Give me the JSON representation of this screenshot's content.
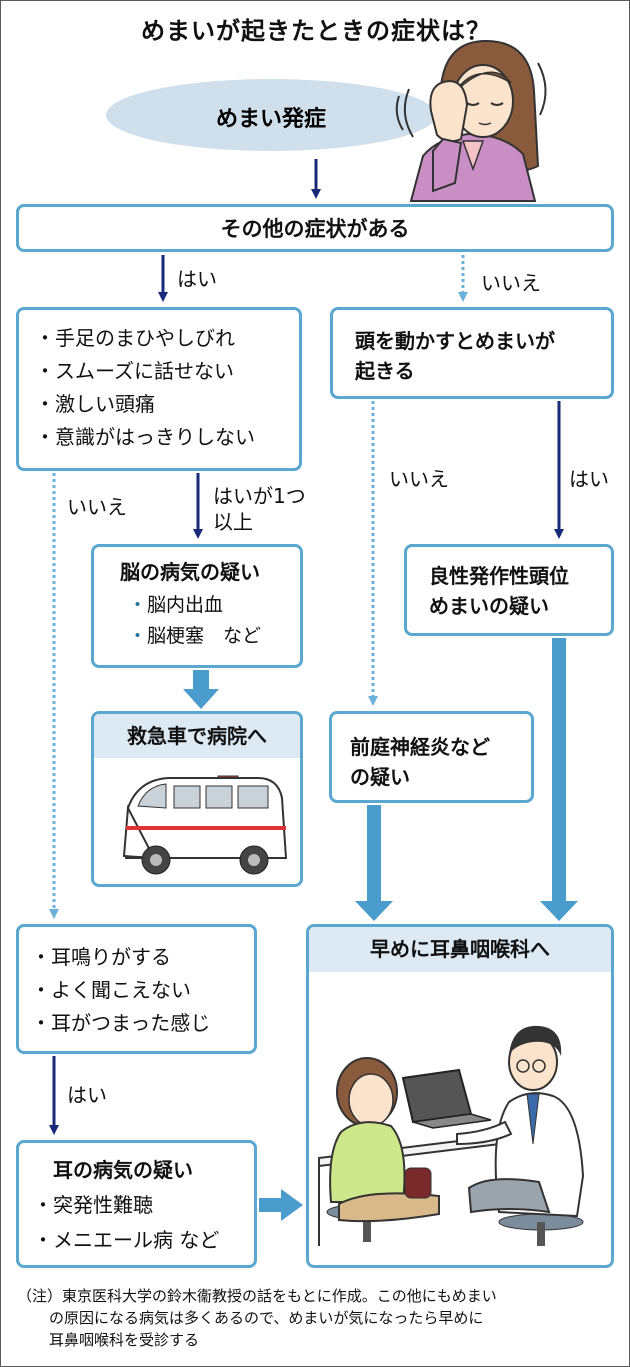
{
  "title": "めまいが起きたときの症状は？",
  "onset": "めまい発症",
  "other_symptoms": "その他の症状がある",
  "labels": {
    "yes1": "はい",
    "no1": "いいえ",
    "no_left": "いいえ",
    "yes_one_or_more_l1": "はいが1つ",
    "yes_one_or_more_l2": "以上",
    "no_mid": "いいえ",
    "yes_right": "はい",
    "yes_bottom": "はい"
  },
  "symptoms_box": {
    "items": [
      "手足のまひやしびれ",
      "スムーズに話せない",
      "激しい頭痛",
      "意識がはっきりしない"
    ]
  },
  "head_move_box": {
    "line1": "頭を動かすとめまいが",
    "line2": "起きる"
  },
  "brain_box": {
    "title": "脳の病気の疑い",
    "items": [
      "脳内出血",
      "脳梗塞　など"
    ]
  },
  "ambulance_box": {
    "title": "救急車で病院へ"
  },
  "bppv_box": {
    "line1": "良性発作性頭位",
    "line2": "めまいの疑い"
  },
  "vestibular_box": {
    "line1": "前庭神経炎など",
    "line2": "の疑い"
  },
  "ear_symptoms_box": {
    "items": [
      "耳鳴りがする",
      "よく聞こえない",
      "耳がつまった感じ"
    ]
  },
  "ent_box": {
    "title": "早めに耳鼻咽喉科へ"
  },
  "ear_disease_box": {
    "title": "耳の病気の疑い",
    "items": [
      "突発性難聴",
      "メニエール病 など"
    ]
  },
  "note": {
    "prefix": "（注）",
    "line1": "東京医科大学の鈴木衞教授の話をもとに作成。この他にもめまい",
    "line2": "の原因になる病気は多くあるので、めまいが気になったら早めに",
    "line3": "耳鼻咽喉科を受診する"
  },
  "colors": {
    "box_border": "#5aa8cf",
    "solid_arrow": "#1a2a7a",
    "thick_arrow": "#4a9ccc",
    "dotted_arrow": "#6ab0d8",
    "header_fill": "#ddeaf3"
  }
}
